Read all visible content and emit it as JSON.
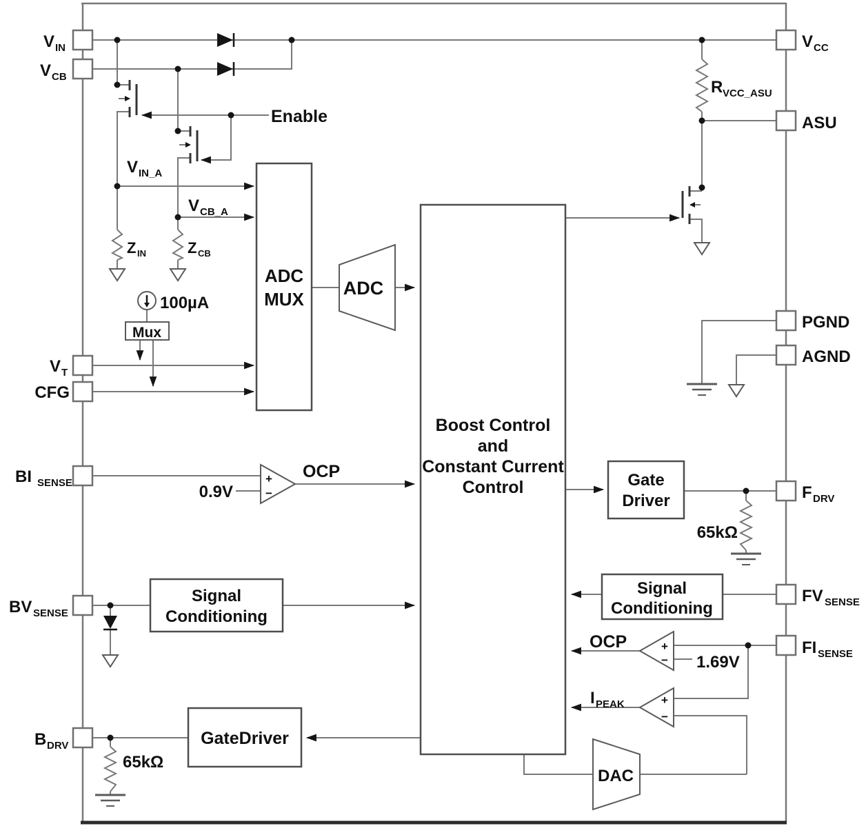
{
  "diagram": {
    "colors": {
      "background": "#ffffff",
      "wire": "#787878",
      "block_border": "#4d4d4d",
      "pin_border": "#6f6f6f",
      "text": "#101010",
      "symbol": "#151515"
    },
    "pins": {
      "vin": {
        "main": "V",
        "sub": "IN"
      },
      "vcb": {
        "main": "V",
        "sub": "CB"
      },
      "vt": {
        "main": "V",
        "sub": "T"
      },
      "cfg": {
        "main": "CFG"
      },
      "bisense": {
        "main": "BI",
        "sub": "SENSE"
      },
      "bvsense": {
        "main": "BV",
        "sub": "SENSE"
      },
      "bdrv": {
        "main": "B",
        "sub": "DRV"
      },
      "vcc": {
        "main": "V",
        "sub": "CC"
      },
      "asu": {
        "main": "ASU"
      },
      "pgnd": {
        "main": "PGND"
      },
      "agnd": {
        "main": "AGND"
      },
      "fdrv": {
        "main": "F",
        "sub": "DRV"
      },
      "fvsense": {
        "main": "FV",
        "sub": "SENSE"
      },
      "fisense": {
        "main": "FI",
        "sub": "SENSE"
      }
    },
    "blocks": {
      "adc_mux": {
        "line1": "ADC",
        "line2": "MUX"
      },
      "adc": {
        "label": "ADC"
      },
      "boost": {
        "line1": "Boost Control",
        "line2": "and",
        "line3": "Constant Current",
        "line4": "Control"
      },
      "gate_driver": {
        "line1": "Gate",
        "line2": "Driver"
      },
      "sc_left": {
        "line1": "Signal",
        "line2": "Conditioning"
      },
      "sc_right": {
        "line1": "Signal",
        "line2": "Conditioning"
      },
      "gate_driver_b": {
        "label": "GateDriver"
      },
      "dac": {
        "label": "DAC"
      },
      "mux": {
        "label": "Mux"
      }
    },
    "labels": {
      "enable": "Enable",
      "vin_a": {
        "main": "V",
        "sub": "IN_A"
      },
      "vcb_a": {
        "main": "V",
        "sub": "CB_A"
      },
      "zin": {
        "main": "Z",
        "sub": "IN"
      },
      "zcb": {
        "main": "Z",
        "sub": "CB"
      },
      "current": "100µA",
      "r_vcc_asu": {
        "main": "R",
        "sub": "VCC_ASU"
      },
      "v09": "0.9V",
      "ocp_left": "OCP",
      "ocp_right": "OCP",
      "v169": "1.69V",
      "ipeak": {
        "main": "I",
        "sub": "PEAK"
      },
      "r65k_top": "65kΩ",
      "r65k_bottom": "65kΩ",
      "plus": "+",
      "minus": "−"
    }
  }
}
